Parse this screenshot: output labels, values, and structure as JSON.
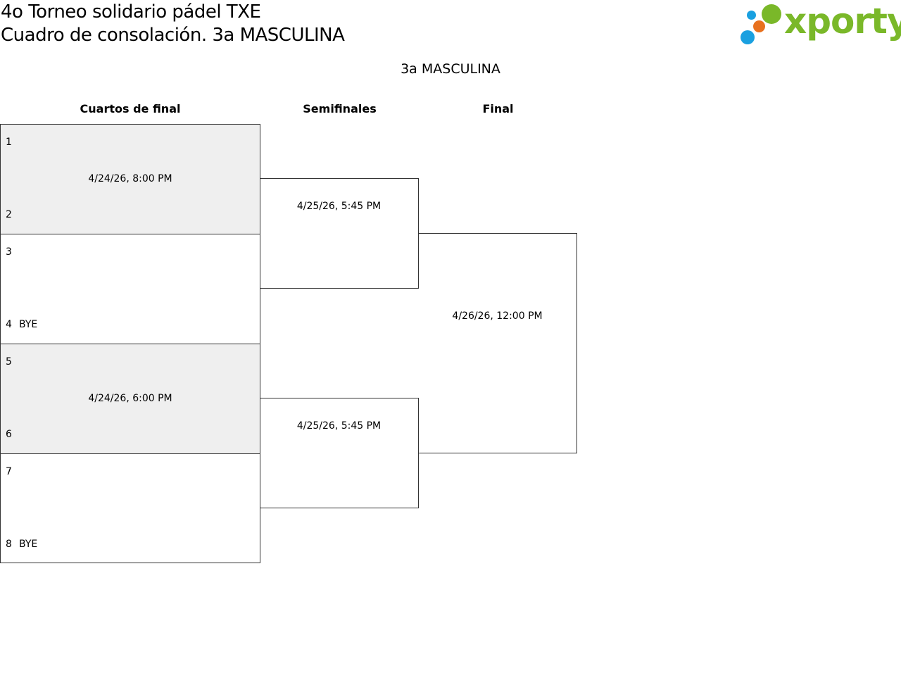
{
  "header": {
    "title_line_1": "4o Torneo solidario pádel TXE",
    "title_line_2": "Cuadro de consolación. 3a MASCULINA",
    "logo_text": "xporty"
  },
  "category": "3a MASCULINA",
  "rounds": {
    "quarterfinals": "Cuartos de final",
    "semifinals": "Semifinales",
    "final": "Final"
  },
  "quarterfinals": [
    {
      "top_seed": "1",
      "top_team": "",
      "bottom_seed": "2",
      "bottom_team": "",
      "date": "4/24/26, 8:00 PM"
    },
    {
      "top_seed": "3",
      "top_team": "",
      "bottom_seed": "4",
      "bottom_team": "BYE",
      "date": ""
    },
    {
      "top_seed": "5",
      "top_team": "",
      "bottom_seed": "6",
      "bottom_team": "",
      "date": "4/24/26, 6:00 PM"
    },
    {
      "top_seed": "7",
      "top_team": "",
      "bottom_seed": "8",
      "bottom_team": "BYE",
      "date": ""
    }
  ],
  "semifinals": [
    {
      "date": "4/25/26, 5:45 PM"
    },
    {
      "date": "4/25/26, 5:45 PM"
    }
  ],
  "final": {
    "date": "4/26/26, 12:00 PM"
  },
  "colors": {
    "logo_green": "#7ab829",
    "logo_blue": "#1aa0e0",
    "logo_orange": "#e8711e",
    "shaded_match": "#efefef"
  }
}
